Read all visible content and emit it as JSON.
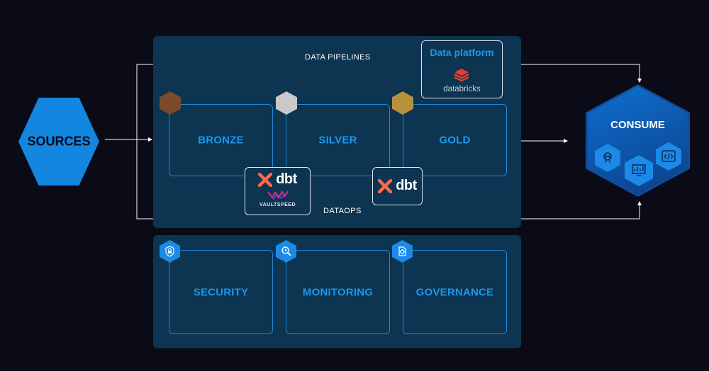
{
  "sources": {
    "label": "SOURCES"
  },
  "consume": {
    "label": "CONSUME"
  },
  "pipeline": {
    "top_label": "DATA PIPELINES",
    "bottom_label": "DATAOPS",
    "layers": [
      {
        "label": "BRONZE",
        "color": "#7a4a2a"
      },
      {
        "label": "SILVER",
        "color": "#c9c9c9"
      },
      {
        "label": "GOLD",
        "color": "#b8913a"
      }
    ]
  },
  "platform": {
    "title": "Data platform",
    "logo_text": "databricks"
  },
  "tools": {
    "dbt_text": "dbt",
    "vaultspeed_text": "VAULTSPEED"
  },
  "ops": {
    "items": [
      {
        "label": "SECURITY",
        "icon": "lock-icon"
      },
      {
        "label": "MONITORING",
        "icon": "magnifier-icon"
      },
      {
        "label": "GOVERNANCE",
        "icon": "governance-icon"
      }
    ]
  },
  "colors": {
    "background": "#0a0b17",
    "panel": "#0d3450",
    "accent": "#1a98ee",
    "dbt": "#ff694a"
  }
}
